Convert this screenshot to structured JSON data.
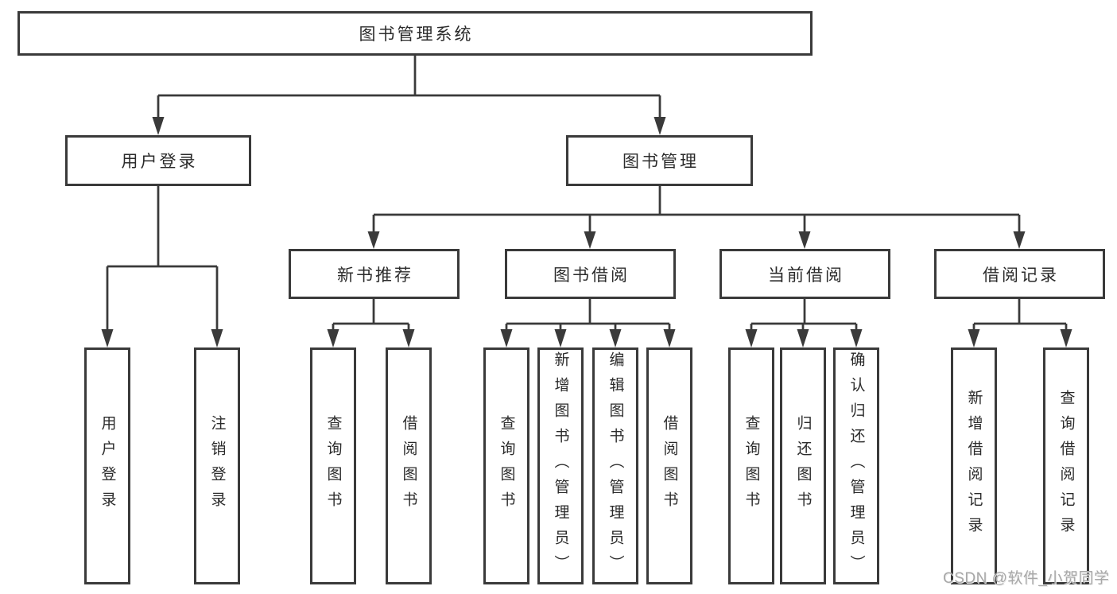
{
  "diagram": {
    "root": {
      "label": "图书管理系统"
    },
    "branches": [
      {
        "label": "用户登录",
        "children": [
          "用户登录",
          "注销登录"
        ]
      },
      {
        "label": "图书管理",
        "children": [
          {
            "label": "新书推荐",
            "children": [
              "查询图书",
              "借阅图书"
            ]
          },
          {
            "label": "图书借阅",
            "children": [
              "查询图书",
              "新增图书（管理员）",
              "编辑图书（管理员）",
              "借阅图书"
            ]
          },
          {
            "label": "当前借阅",
            "children": [
              "查询图书",
              "归还图书",
              "确认归还（管理员）"
            ]
          },
          {
            "label": "借阅记录",
            "children": [
              "新增借阅记录",
              "查询借阅记录"
            ]
          }
        ]
      }
    ]
  },
  "watermark": {
    "text": "CSDN @软件_小贺同学"
  },
  "colors": {
    "line": "#3a3a3a",
    "text": "#2b2b2b",
    "box_border": "#3a3a3a",
    "background": "#ffffff",
    "watermark": "#a8a8a8"
  }
}
